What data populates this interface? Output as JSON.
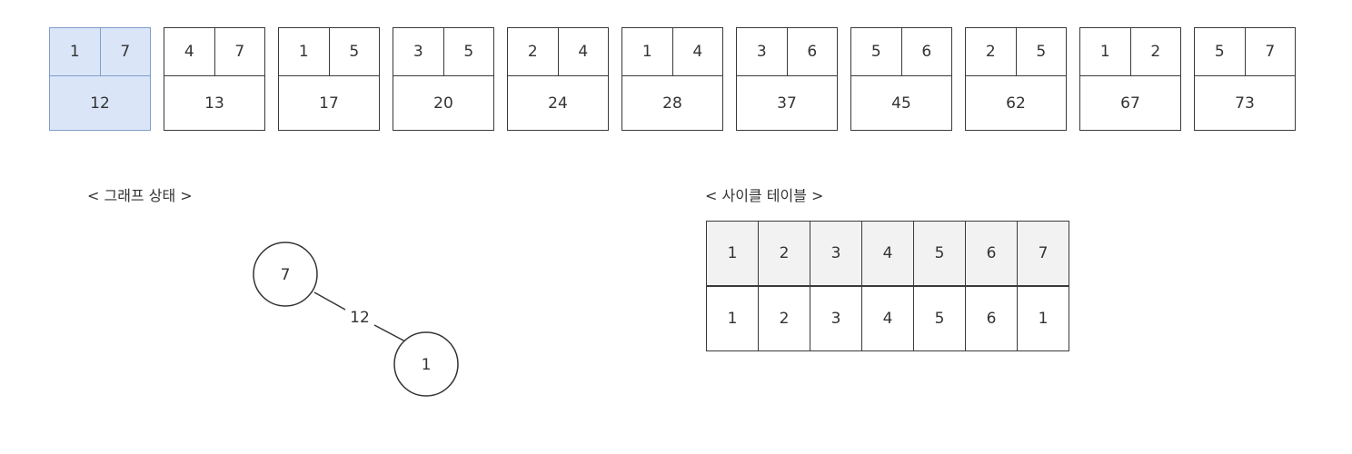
{
  "edges": [
    {
      "u": "1",
      "v": "7",
      "w": "12",
      "selected": true
    },
    {
      "u": "4",
      "v": "7",
      "w": "13",
      "selected": false
    },
    {
      "u": "1",
      "v": "5",
      "w": "17",
      "selected": false
    },
    {
      "u": "3",
      "v": "5",
      "w": "20",
      "selected": false
    },
    {
      "u": "2",
      "v": "4",
      "w": "24",
      "selected": false
    },
    {
      "u": "1",
      "v": "4",
      "w": "28",
      "selected": false
    },
    {
      "u": "3",
      "v": "6",
      "w": "37",
      "selected": false
    },
    {
      "u": "5",
      "v": "6",
      "w": "45",
      "selected": false
    },
    {
      "u": "2",
      "v": "5",
      "w": "62",
      "selected": false
    },
    {
      "u": "1",
      "v": "2",
      "w": "67",
      "selected": false
    },
    {
      "u": "5",
      "v": "7",
      "w": "73",
      "selected": false
    }
  ],
  "graph": {
    "title": "< 그래프 상태 >",
    "nodes": [
      {
        "id": "node-7",
        "label": "7"
      },
      {
        "id": "node-1",
        "label": "1"
      }
    ],
    "edge": {
      "label": "12"
    }
  },
  "cycle_table": {
    "title": "< 사이클 테이블 >",
    "header": [
      "1",
      "2",
      "3",
      "4",
      "5",
      "6",
      "7"
    ],
    "values": [
      "1",
      "2",
      "3",
      "4",
      "5",
      "6",
      "1"
    ]
  },
  "colors": {
    "selected_fill": "#dae6f8",
    "selected_border": "#7f9cc9",
    "header_fill": "#f2f2f2"
  }
}
